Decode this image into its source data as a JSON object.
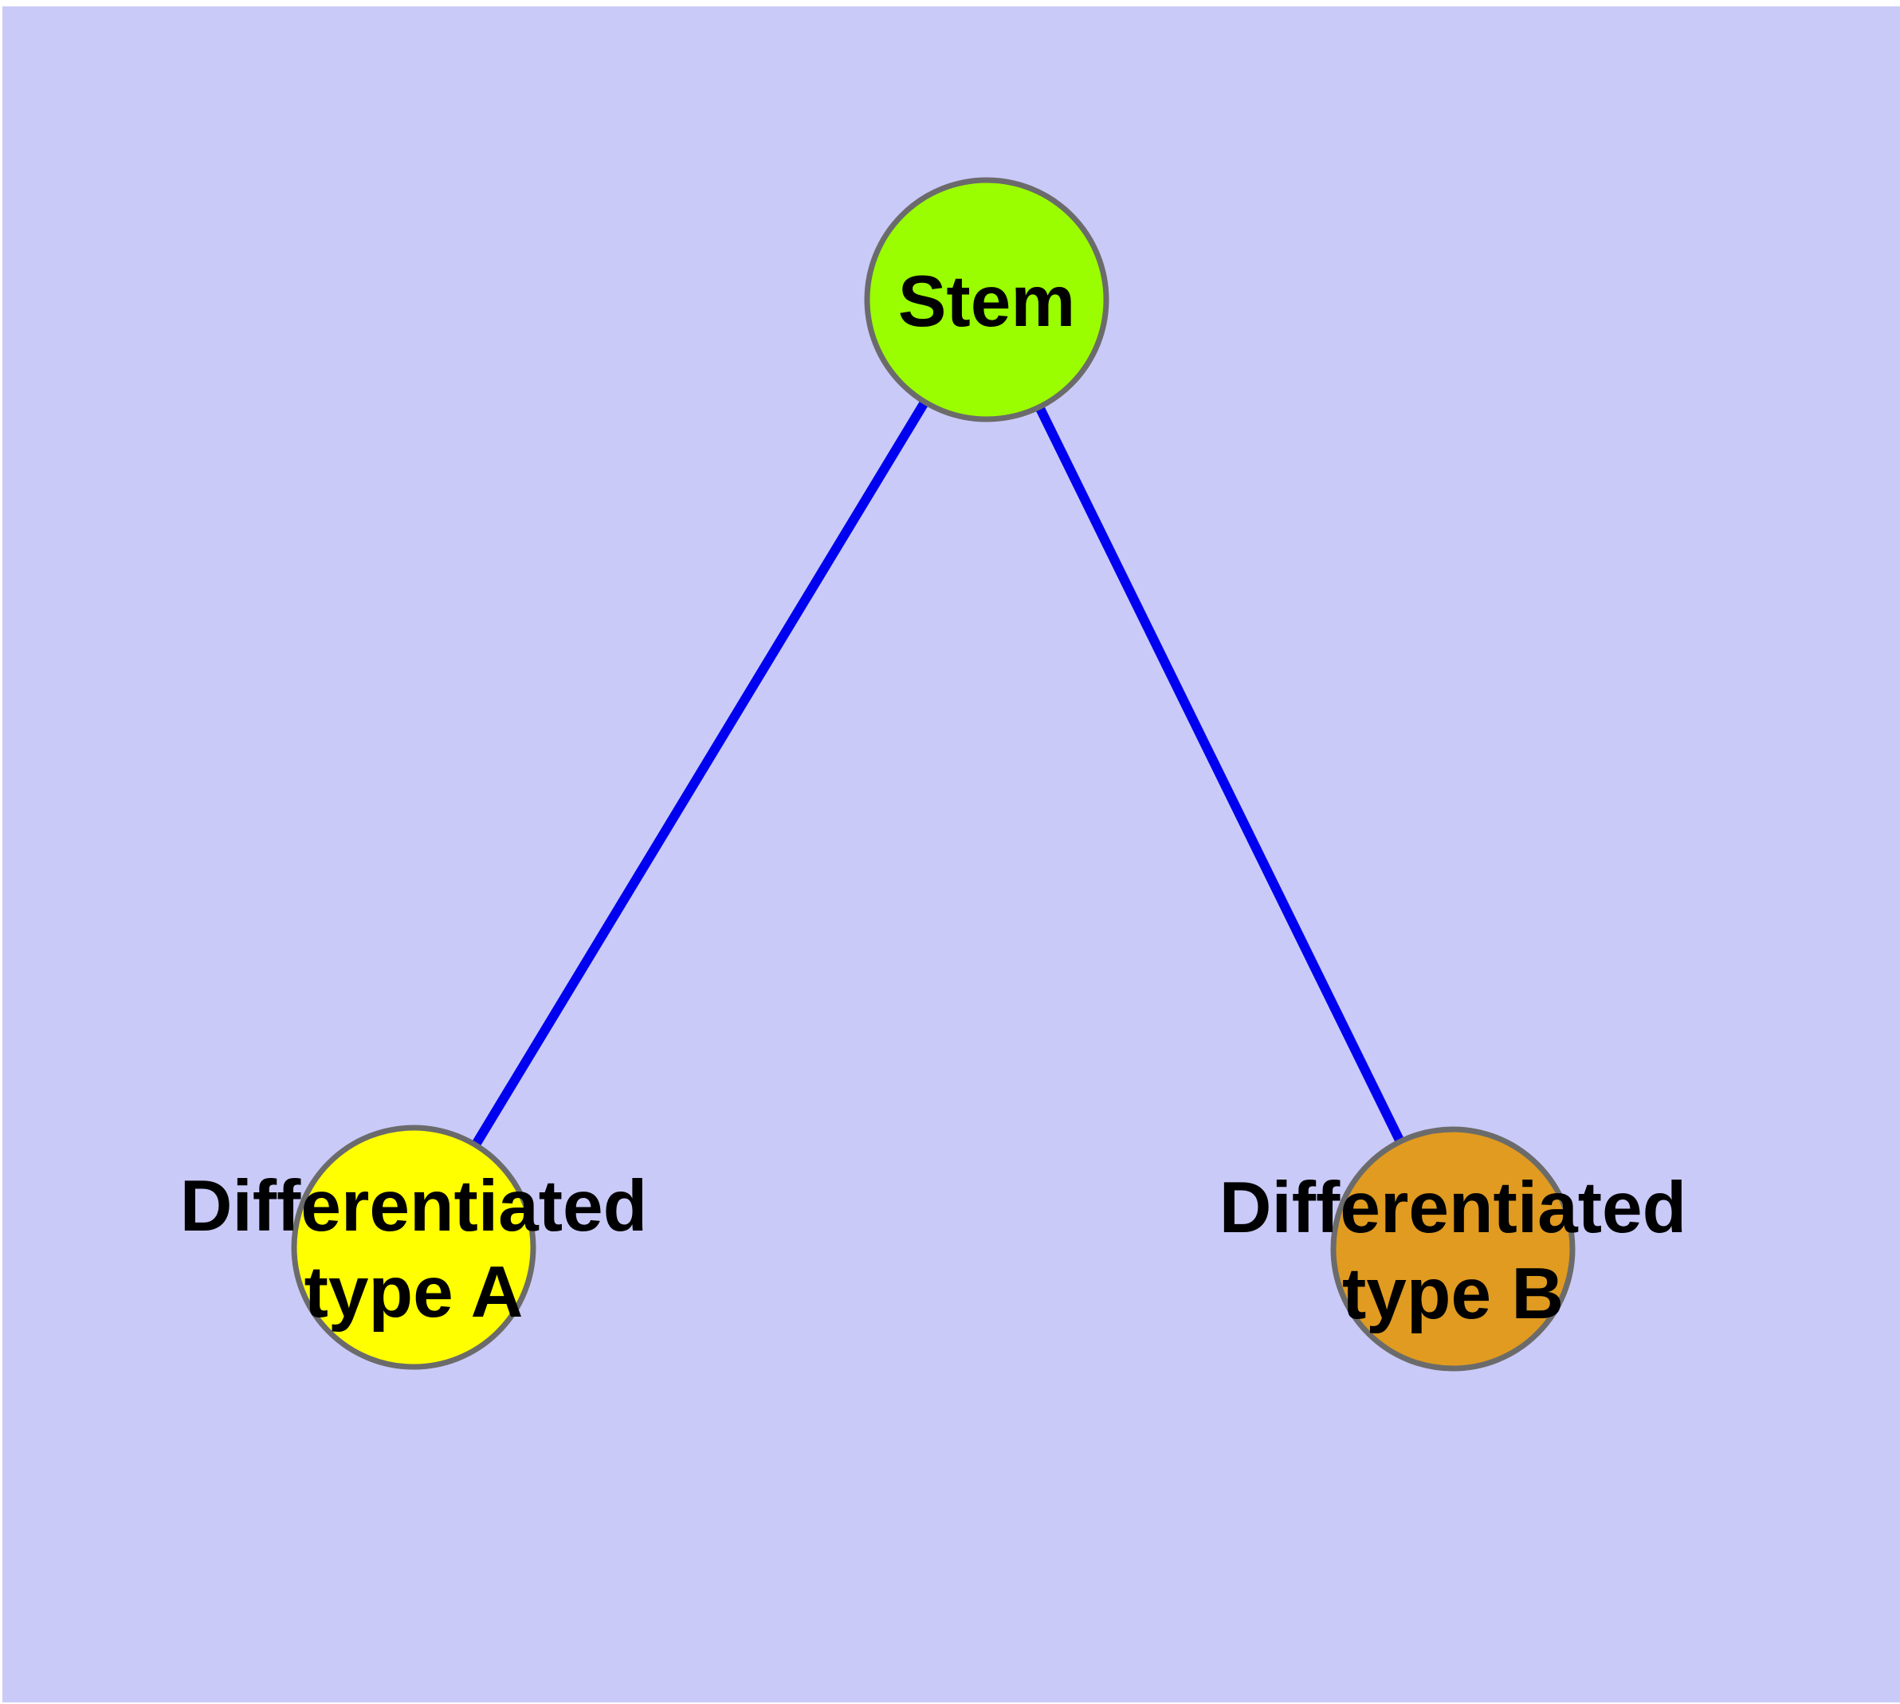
{
  "diagram": {
    "type": "node-link-graph",
    "background_color": "#CACAF8",
    "page_border_color": "#FFFFFF",
    "node_stroke_color": "#6B6B6B",
    "edge_color": "#0000F0",
    "label_color": "#000000",
    "nodes": [
      {
        "id": "stem",
        "label": "Stem",
        "fill": "#9AFE00"
      },
      {
        "id": "type-a",
        "label": "Differentiated type A",
        "label_line1": "Differentiated",
        "label_line2": "type A",
        "fill": "#FFFF00"
      },
      {
        "id": "type-b",
        "label": "Differentiated type B",
        "label_line1": "Differentiated",
        "label_line2": "type B",
        "fill": "#E09B20"
      }
    ],
    "edges": [
      {
        "from": "Stem",
        "to": "Differentiated type A"
      },
      {
        "from": "Stem",
        "to": "Differentiated type B"
      }
    ]
  }
}
